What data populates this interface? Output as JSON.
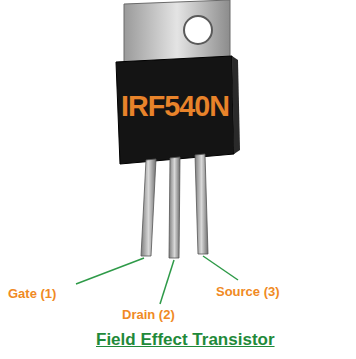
{
  "diagram": {
    "caption": "Field Effect Transistor",
    "labels": [
      "IRF540N",
      "Gate (1)",
      "Drain (2)",
      "Source (3)"
    ]
  }
}
